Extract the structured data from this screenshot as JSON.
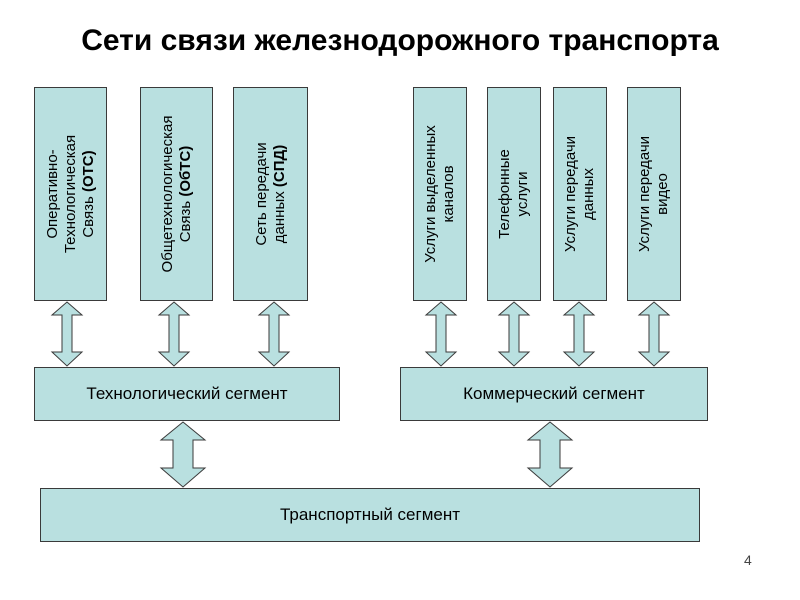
{
  "title": "Сети связи железнодорожного транспорта",
  "top_boxes": [
    {
      "line1": "Оперативно-",
      "line2": "Технологическая",
      "line3_prefix": "Связь ",
      "abbr": "(ОТС)"
    },
    {
      "line1": "Общетехнологическая",
      "line2_prefix": "Связь ",
      "abbr": "(ОбТС)"
    },
    {
      "line1": "Сеть передачи",
      "line2_prefix": "данных ",
      "abbr": "(СПД)"
    },
    {
      "line1": "Услуги выделенных",
      "line2": "каналов"
    },
    {
      "line1": "Телефонные",
      "line2": "услуги"
    },
    {
      "line1": "Услуги передачи",
      "line2": "данных"
    },
    {
      "line1": "Услуги передачи",
      "line2": "видео"
    }
  ],
  "segments": {
    "tech": "Технологический сегмент",
    "comm": "Коммерческий сегмент",
    "transport": "Транспортный сегмент"
  },
  "page_number": "4",
  "colors": {
    "box_fill": "#b9e0e0",
    "border": "#3a3a3a"
  }
}
